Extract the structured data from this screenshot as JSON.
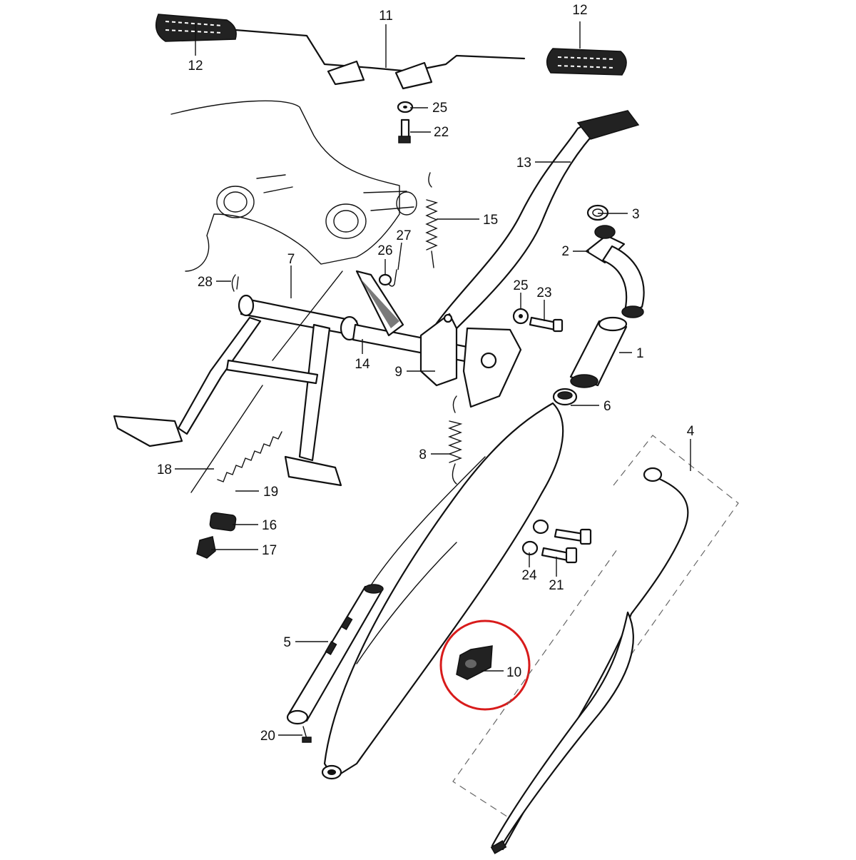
{
  "diagram": {
    "highlight_color": "#d81b1b",
    "ink_color": "#111111",
    "highlighted_part": "10",
    "callouts": [
      {
        "id": "c1",
        "label": "1"
      },
      {
        "id": "c2",
        "label": "2"
      },
      {
        "id": "c3",
        "label": "3"
      },
      {
        "id": "c4",
        "label": "4"
      },
      {
        "id": "c5",
        "label": "5"
      },
      {
        "id": "c6",
        "label": "6"
      },
      {
        "id": "c7",
        "label": "7"
      },
      {
        "id": "c8",
        "label": "8"
      },
      {
        "id": "c9",
        "label": "9"
      },
      {
        "id": "c10",
        "label": "10"
      },
      {
        "id": "c11",
        "label": "11"
      },
      {
        "id": "c12a",
        "label": "12"
      },
      {
        "id": "c12b",
        "label": "12"
      },
      {
        "id": "c13",
        "label": "13"
      },
      {
        "id": "c14",
        "label": "14"
      },
      {
        "id": "c15",
        "label": "15"
      },
      {
        "id": "c16",
        "label": "16"
      },
      {
        "id": "c17",
        "label": "17"
      },
      {
        "id": "c18",
        "label": "18"
      },
      {
        "id": "c19",
        "label": "19"
      },
      {
        "id": "c20",
        "label": "20"
      },
      {
        "id": "c21",
        "label": "21"
      },
      {
        "id": "c22",
        "label": "22"
      },
      {
        "id": "c23",
        "label": "23"
      },
      {
        "id": "c24",
        "label": "24"
      },
      {
        "id": "c25a",
        "label": "25"
      },
      {
        "id": "c25b",
        "label": "25"
      },
      {
        "id": "c26",
        "label": "26"
      },
      {
        "id": "c27",
        "label": "27"
      },
      {
        "id": "c28",
        "label": "28"
      }
    ]
  }
}
